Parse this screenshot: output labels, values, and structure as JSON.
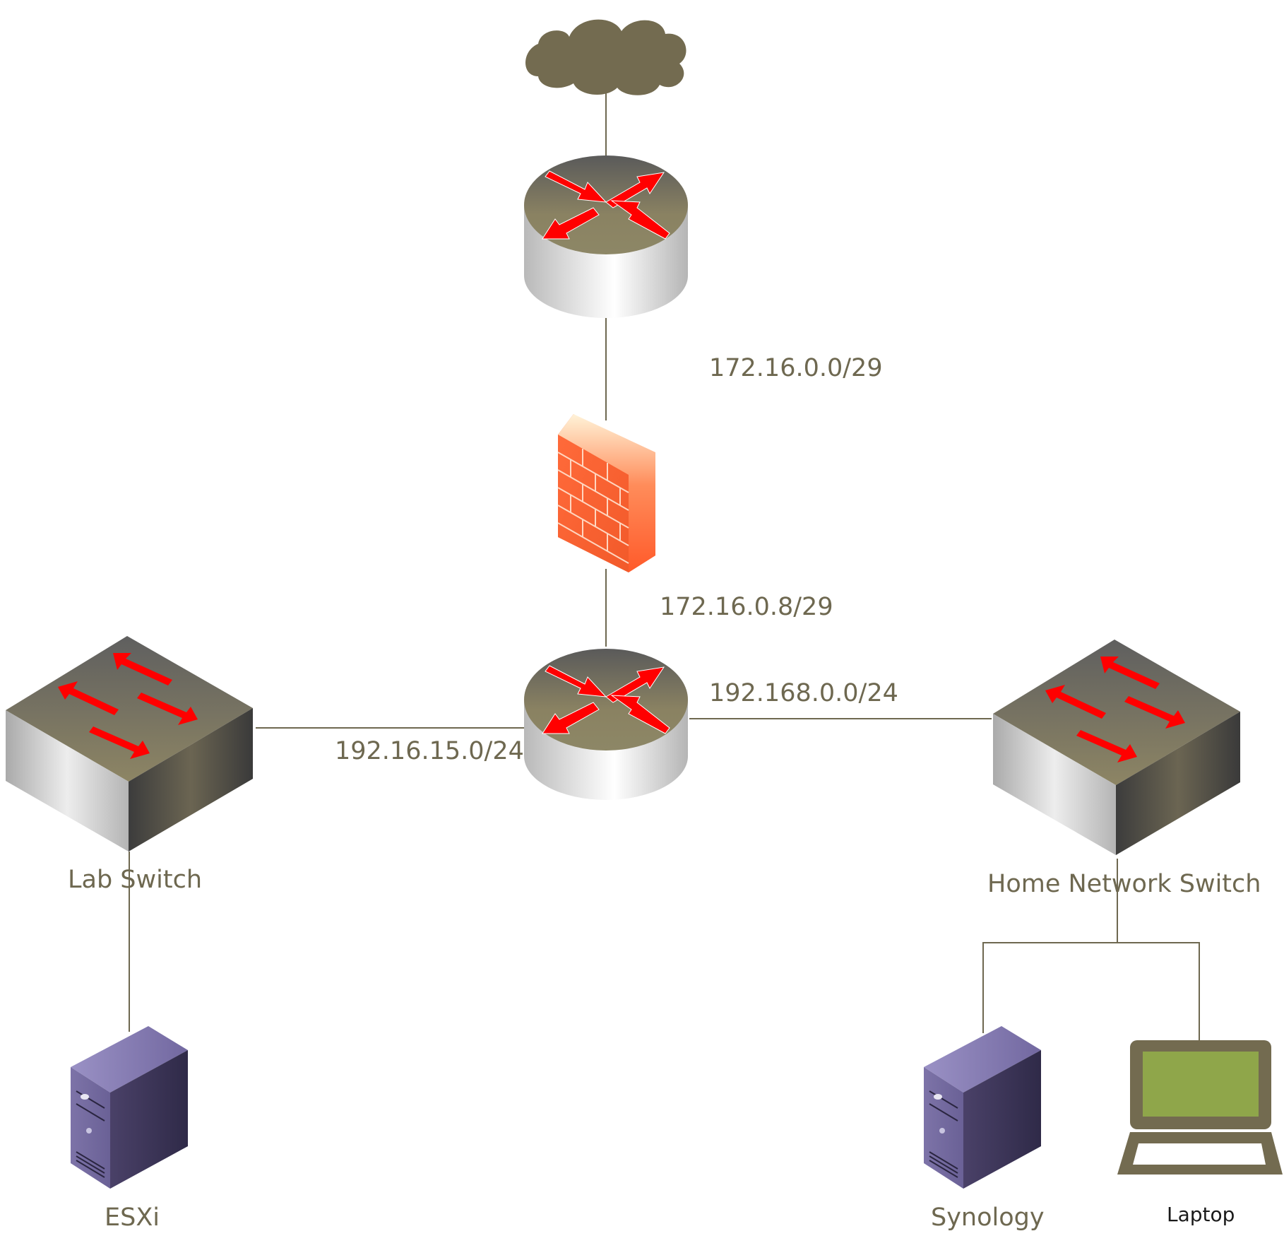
{
  "labels": {
    "wan_subnet": "172.16.0.0/29",
    "fw_subnet": "172.16.0.8/29",
    "home_subnet": "192.168.0.0/24",
    "lab_subnet": "192.16.15.0/24",
    "lab_switch": "Lab Switch",
    "home_switch": "Home Network Switch",
    "esxi": "ESXi",
    "synology": "Synology",
    "laptop": "Laptop"
  },
  "colors": {
    "label_text": "#6e6850",
    "wire": "#6e6850",
    "arrow_red": "#ff0000",
    "cloud": "#736b50",
    "device_top": "#7b7558",
    "server_body": "#4e4670",
    "laptop_screen": "#8fa64a"
  },
  "icons": [
    "cloud-icon",
    "router-icon",
    "firewall-icon",
    "switch-icon",
    "server-icon",
    "laptop-icon"
  ]
}
